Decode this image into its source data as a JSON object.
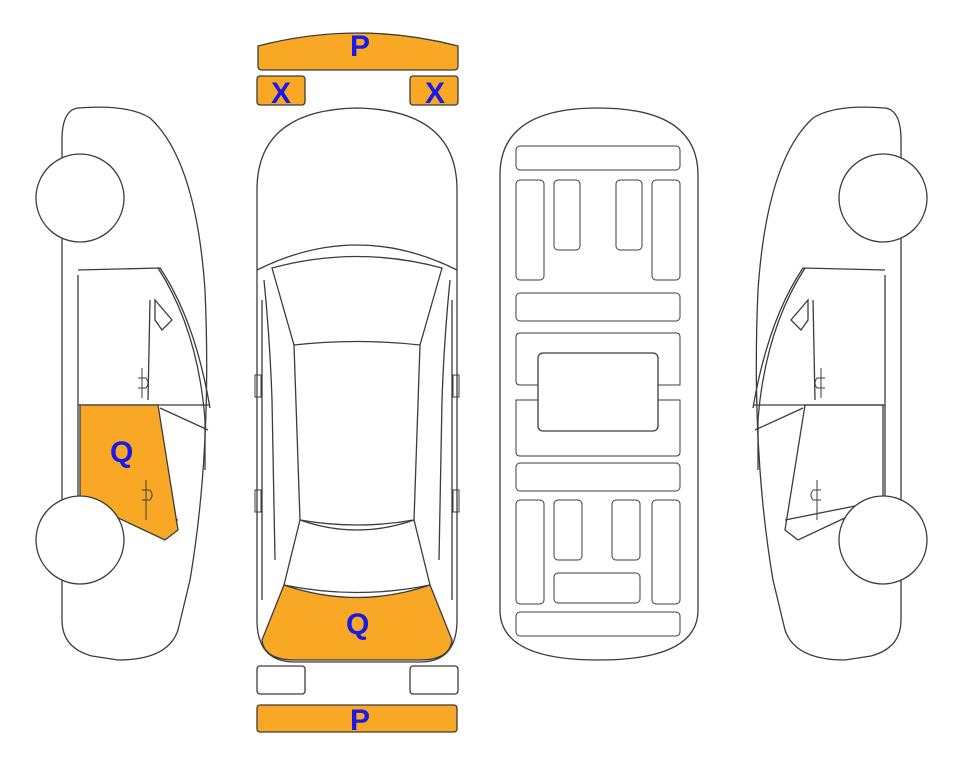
{
  "colors": {
    "damage_fill": "#f9a825",
    "damage_stroke": "#3c3c3c",
    "label_color": "#1a1ae6",
    "line_color": "#3c3c3c"
  },
  "markers": {
    "front_bumper": "P",
    "headlight_left": "X",
    "headlight_right": "X",
    "left_rear_door": "Q",
    "rear_windshield": "Q",
    "rear_bumper": "P"
  }
}
